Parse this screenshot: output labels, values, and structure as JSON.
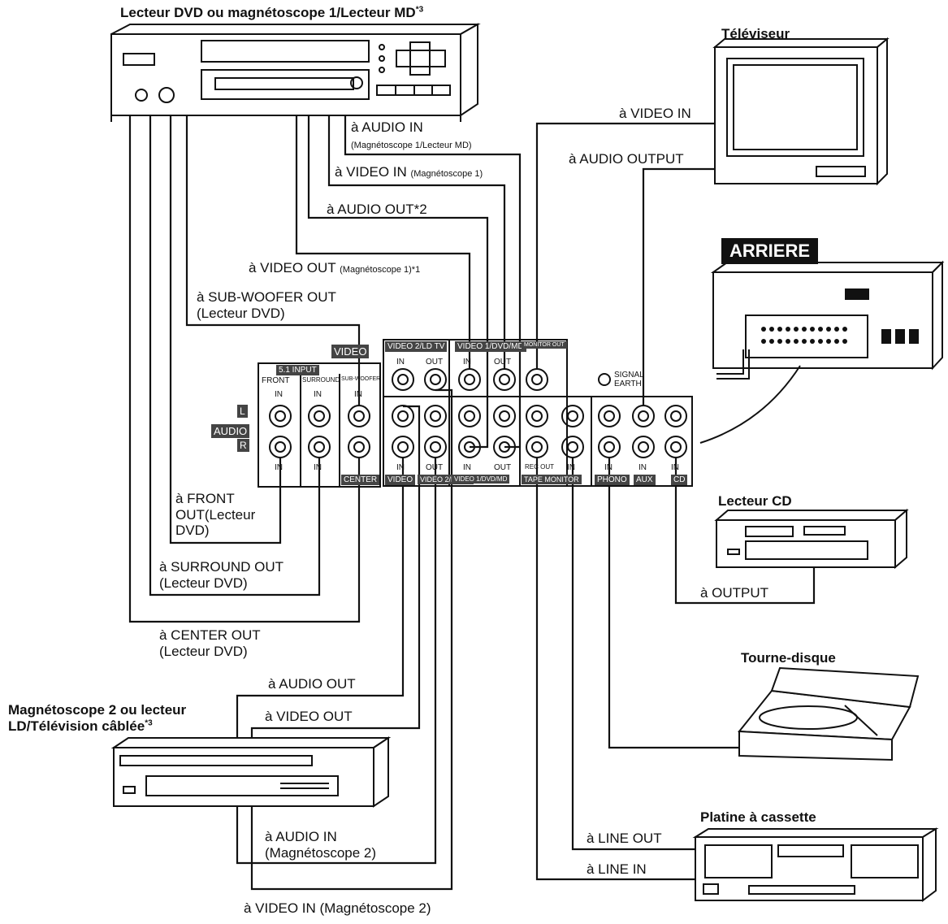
{
  "titles": {
    "dvd_vcr1": "Lecteur DVD ou magnétoscope 1/Lecteur MD",
    "dvd_vcr1_note": "*3",
    "tv": "Téléviseur",
    "arriere": "ARRIERE",
    "cd": "Lecteur CD",
    "turntable": "Tourne-disque",
    "vcr2_line1": "Magnétoscope 2 ou lecteur",
    "vcr2_line2": "LD/Télévision câblée",
    "vcr2_note": "*3",
    "cassette": "Platine à cassette"
  },
  "labels": {
    "audio_in_vcr1": "à AUDIO IN",
    "audio_in_vcr1_sub": "(Magnétoscope 1/Lecteur MD)",
    "video_in_vcr1": "à VIDEO IN",
    "video_in_vcr1_sub": "(Magnétoscope 1)",
    "audio_out_vcr1": "à AUDIO OUT*2",
    "video_out_vcr1": "à VIDEO OUT",
    "video_out_vcr1_sub": "(Magnétoscope 1)*1",
    "sub_woofer_out": "à SUB-WOOFER OUT",
    "sub_woofer_out_sub": "(Lecteur DVD)",
    "front_out_1": "à FRONT",
    "front_out_2": "OUT(Lecteur",
    "front_out_3": "DVD)",
    "surround_out": "à SURROUND OUT",
    "surround_out_sub": "(Lecteur DVD)",
    "center_out": "à CENTER OUT",
    "center_out_sub": "(Lecteur DVD)",
    "tv_video_in": "à VIDEO IN",
    "tv_audio_output": "à  AUDIO OUTPUT",
    "cd_output": "à OUTPUT",
    "vcr2_audio_out": "à AUDIO OUT",
    "vcr2_video_out": "à VIDEO OUT",
    "vcr2_audio_in": "à AUDIO IN",
    "vcr2_audio_in_sub": "(Magnétoscope 2)",
    "vcr2_video_in": "à VIDEO IN (Magnétoscope 2)",
    "cassette_line_out": "à LINE OUT",
    "cassette_line_in": "à LINE IN"
  },
  "panel": {
    "video_tag": "VIDEO",
    "audio_tag": "AUDIO",
    "l_tag": "L",
    "r_tag": "R",
    "input51": "5.1 INPUT",
    "front": "FRONT",
    "surround": "SURROUND",
    "subwoofer": "SUB-WOOFER",
    "center": "CENTER",
    "video2_ld_tv": "VIDEO 2/LD TV",
    "video1_dvd_md": "VIDEO 1/DVD/MD",
    "monitor_out": "MONITOR OUT",
    "tape_monitor": "TAPE MONITOR",
    "phono": "PHONO",
    "aux": "AUX",
    "cd": "CD",
    "video_bottom": "VIDEO",
    "in": "IN",
    "out": "OUT",
    "rec_out": "REC OUT",
    "signal_earth_1": "SIGNAL",
    "signal_earth_2": "EARTH"
  },
  "colors": {
    "ink": "#111111",
    "paper": "#ffffff",
    "tag_bg": "#444444"
  }
}
